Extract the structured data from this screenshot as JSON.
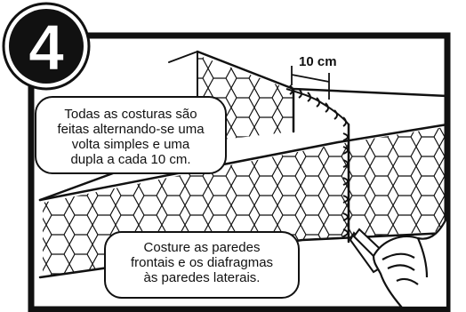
{
  "step": {
    "number": "4"
  },
  "measurement": {
    "label": "10 cm"
  },
  "callouts": {
    "left": {
      "lines": [
        "Todas as costuras são",
        "feitas alternando-se uma",
        "volta simples e uma",
        "dupla a cada 10 cm."
      ]
    },
    "bottom": {
      "lines": [
        "Costure as paredes",
        "frontais e os diafragmas",
        "às paredes laterais."
      ]
    }
  },
  "colors": {
    "ink": "#111111",
    "paper": "#ffffff"
  }
}
